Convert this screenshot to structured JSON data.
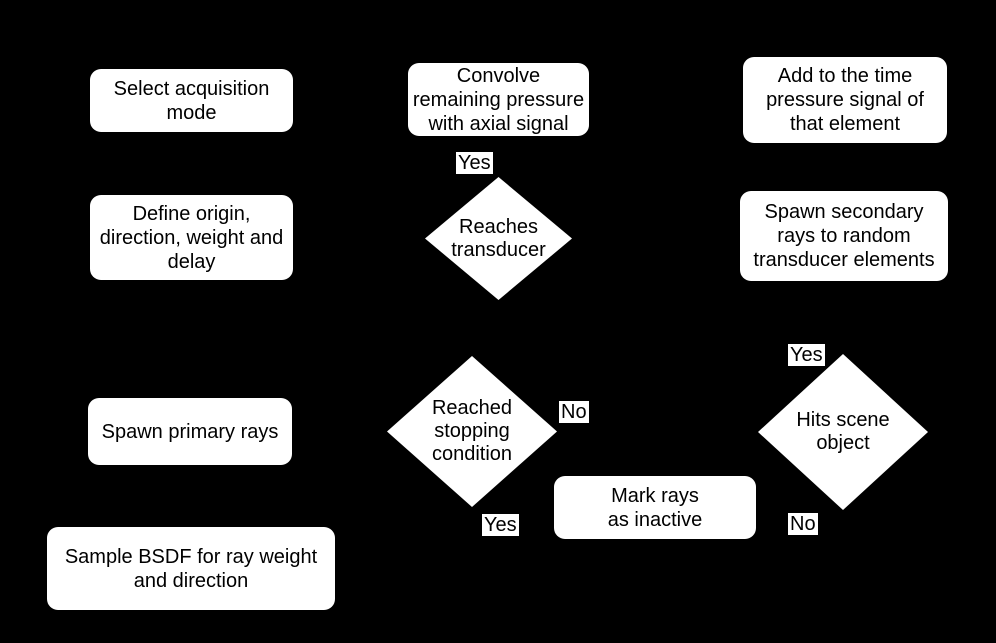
{
  "colors": {
    "background": "#000000",
    "node_fill": "#ffffff",
    "node_text": "#000000"
  },
  "nodes": {
    "select_acquisition_mode": "Select acquisition\nmode",
    "define_origin": "Define origin,\ndirection, weight and\ndelay",
    "spawn_primary_rays": "Spawn primary rays",
    "sample_bsdf": "Sample BSDF for ray weight\nand direction",
    "convolve_pressure": "Convolve\nremaining pressure\nwith axial signal",
    "add_time_pressure": "Add to the time\npressure signal of\nthat element",
    "spawn_secondary_rays": "Spawn secondary\nrays to random\ntransducer elements",
    "mark_rays_inactive": "Mark rays\nas inactive"
  },
  "decisions": {
    "reaches_transducer": "Reaches\ntransducer",
    "reached_stopping_condition": "Reached\nstopping\ncondition",
    "hits_scene_object": "Hits scene\nobject"
  },
  "edge_labels": {
    "reaches_transducer_yes": "Yes",
    "reached_stopping_no": "No",
    "reached_stopping_yes": "Yes",
    "hits_scene_yes": "Yes",
    "hits_scene_no": "No"
  }
}
